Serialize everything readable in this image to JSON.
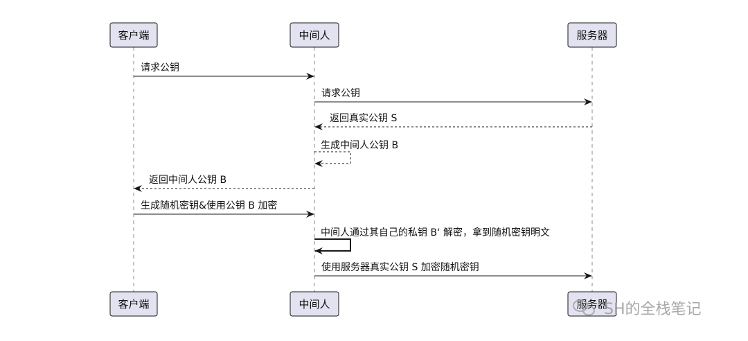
{
  "participants": [
    {
      "id": "client",
      "label": "客户端"
    },
    {
      "id": "mitm",
      "label": "中间人"
    },
    {
      "id": "server",
      "label": "服务器"
    }
  ],
  "messages": [
    {
      "from": "client",
      "to": "mitm",
      "text": "请求公钥",
      "style": "solid"
    },
    {
      "from": "mitm",
      "to": "server",
      "text": "请求公钥",
      "style": "solid"
    },
    {
      "from": "server",
      "to": "mitm",
      "text": "返回真实公钥 S",
      "style": "dashed"
    },
    {
      "from": "mitm",
      "to": "mitm",
      "text": "生成中间人公钥 B",
      "style": "dashed"
    },
    {
      "from": "mitm",
      "to": "client",
      "text": "返回中间人公钥 B",
      "style": "dashed"
    },
    {
      "from": "client",
      "to": "mitm",
      "text": "生成随机密钥&使用公钥 B 加密",
      "style": "solid"
    },
    {
      "from": "mitm",
      "to": "mitm",
      "text": "中间人通过其自己的私钥 B‘ 解密，拿到随机密钥明文",
      "style": "solid"
    },
    {
      "from": "mitm",
      "to": "server",
      "text": "使用服务器真实公钥 S 加密随机密钥",
      "style": "solid"
    }
  ],
  "colors": {
    "participant_fill": "#e2e2f0",
    "participant_stroke": "#181818",
    "lifeline": "#888888",
    "arrow": "#181818"
  },
  "watermark": {
    "text": "SH的全栈笔记",
    "icon": "wechat-icon"
  }
}
